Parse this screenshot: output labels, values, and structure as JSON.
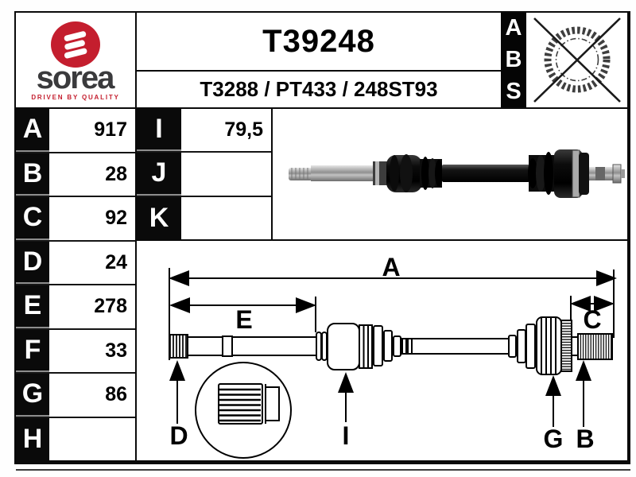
{
  "header": {
    "part_number": "T39248",
    "cross_references": "T3288 / PT433 / 248ST93",
    "logo": {
      "brand": "sorea",
      "tagline": "DRIVEN BY QUALITY",
      "brand_color": "#c41e2e",
      "text_color": "#3a3a3c",
      "icon": "sorea-s-icon"
    },
    "abs": {
      "letters": [
        "A",
        "B",
        "S"
      ],
      "icon": "abs-ring-crossed-icon",
      "bg_color": "#050505",
      "fg_color": "#ffffff"
    }
  },
  "spec_table": {
    "rows": [
      {
        "label": "A",
        "value": "917"
      },
      {
        "label": "B",
        "value": "28"
      },
      {
        "label": "C",
        "value": "92"
      },
      {
        "label": "D",
        "value": "24"
      },
      {
        "label": "E",
        "value": "278"
      },
      {
        "label": "F",
        "value": "33"
      },
      {
        "label": "G",
        "value": "86"
      },
      {
        "label": "H",
        "value": ""
      }
    ]
  },
  "spec_table_2": {
    "rows": [
      {
        "label": "I",
        "value": "79,5"
      },
      {
        "label": "J",
        "value": ""
      },
      {
        "label": "K",
        "value": ""
      }
    ]
  },
  "diagram": {
    "labels": {
      "a": "A",
      "e": "E",
      "c": "C",
      "d": "D",
      "i": "I",
      "g": "G",
      "b": "B"
    }
  }
}
